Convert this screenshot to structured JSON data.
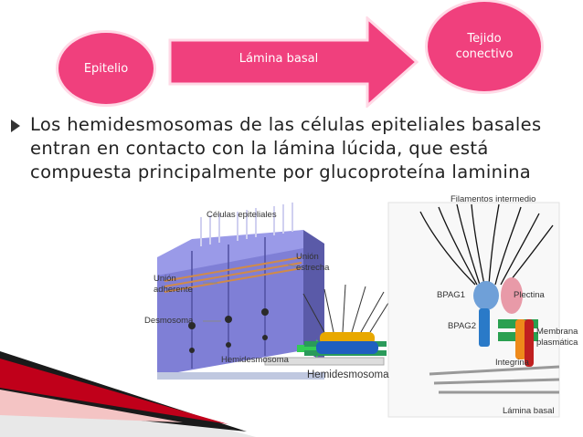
{
  "flow": {
    "left_node": "Epitelio",
    "arrow_label": "Lámina basal",
    "right_node_line1": "Tejido",
    "right_node_line2": "conectivo"
  },
  "bullet": {
    "text": "Los hemidesmosomas de las células epiteliales basales entran en contacto con la lámina lúcida, que está compuesta principalmente por glucoproteína laminina"
  },
  "figure_labels": {
    "celulas_epiteliales": "Células epiteliales",
    "union": "Unión",
    "estrecha": "estrecha",
    "union_adherente_1": "Unión",
    "union_adherente_2": "adherente",
    "desmosoma": "Desmosoma",
    "hemidesmosoma_small": "Hemidesmosoma",
    "hemidesmosoma_big": "Hemidesmosoma",
    "filamentos": "Filamentos intermedio",
    "bpag1": "BPAG1",
    "plectina": "Plectina",
    "bpag2": "BPAG2",
    "membrana_1": "Membrana",
    "membrana_2": "plasmática",
    "integrina": "Integrina",
    "lamina_basal": "Lámina basal"
  },
  "colors": {
    "accent": "#f0407d",
    "accent_light": "#ffd9e6",
    "decor_dark": "#1a1a1a",
    "decor_red": "#c0001a"
  }
}
